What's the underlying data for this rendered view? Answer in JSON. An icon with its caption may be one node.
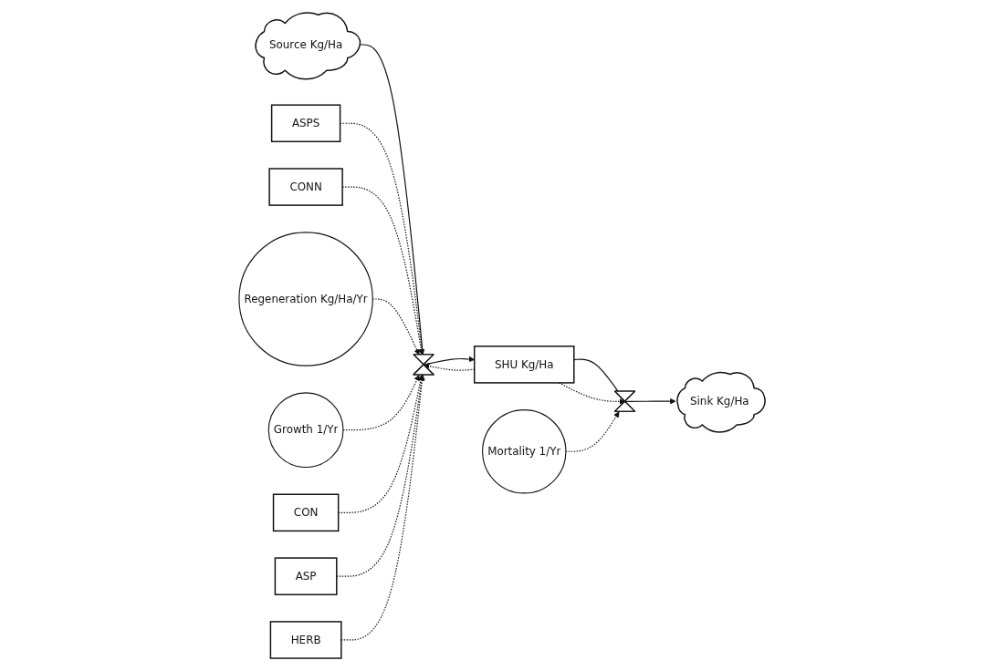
{
  "diagram": {
    "nodes": [
      {
        "text": [
          "ASPS"
        ]
      },
      {
        "text": [
          "CONN"
        ]
      },
      {
        "text": [
          "Regeneration Kg/Ha/Yr"
        ]
      },
      {
        "text": [
          "Mortality 1/Yr"
        ]
      },
      {
        "text": [
          "Source Kg/Ha"
        ]
      },
      {
        "text": [],
        "shape": "valve"
      },
      {
        "text": [
          "SHU Kg/Ha"
        ]
      },
      {
        "text": [],
        "shape": "valve"
      },
      {
        "text": [
          "Sink Kg/Ha"
        ]
      },
      {
        "text": [
          "Growth 1/Yr"
        ]
      },
      {
        "text": [
          "CON"
        ]
      },
      {
        "text": [
          "ASP"
        ]
      },
      {
        "text": [
          "HERB"
        ]
      }
    ],
    "edges": [
      {
        "from": 4,
        "to": 5,
        "arrow": "none"
      },
      {
        "from": 5,
        "to": 6,
        "arrow": "to"
      },
      {
        "from": 6,
        "to": 7,
        "arrow": "none"
      },
      {
        "from": 7,
        "to": 8,
        "arrow": "to"
      },
      {
        "from": 0,
        "to": 5,
        "arrow": "to",
        "style": "dashed"
      },
      {
        "from": 1,
        "to": 5,
        "arrow": "to",
        "style": "dashed"
      },
      {
        "from": 2,
        "to": 5,
        "arrow": "to",
        "style": "dashed"
      },
      {
        "from": 6,
        "to": 5,
        "arrow": "to",
        "style": "dashed"
      },
      {
        "from": 6,
        "to": 7,
        "arrow": "to",
        "style": "dashed"
      },
      {
        "from": 3,
        "to": 7,
        "arrow": "to",
        "style": "dashed"
      },
      {
        "from": 9,
        "to": 5,
        "arrow": "to",
        "style": "dashed"
      },
      {
        "from": 10,
        "to": 5,
        "arrow": "to",
        "style": "dashed"
      },
      {
        "from": 11,
        "to": 5,
        "arrow": "to",
        "style": "dashed"
      },
      {
        "from": 12,
        "to": 5,
        "arrow": "to",
        "style": "dashed"
      }
    ]
  }
}
